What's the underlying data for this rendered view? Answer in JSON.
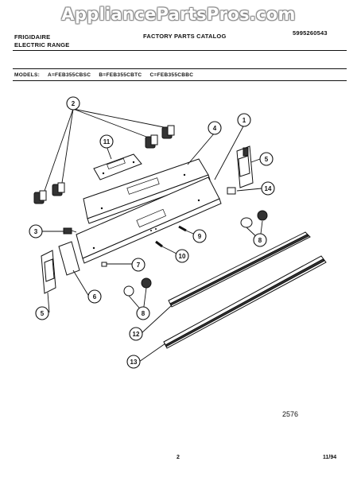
{
  "watermark": "AppliancePartsPros.com",
  "header": {
    "brand": "FRIGIDAIRE",
    "product": "ELECTRIC RANGE",
    "catalog": "FACTORY PARTS CATALOG",
    "catalog_number": "5995260543"
  },
  "models": {
    "label": "MODELS:",
    "a": "A=FEB355CBSC",
    "b": "B=FEB355CBTC",
    "c": "C=FEB355CBBC"
  },
  "callouts": [
    "1",
    "2",
    "3",
    "4",
    "5",
    "5",
    "6",
    "7",
    "8",
    "8",
    "9",
    "10",
    "11",
    "12",
    "13",
    "14"
  ],
  "figure_number": "2576",
  "footer": {
    "page": "2",
    "date": "11/94"
  }
}
